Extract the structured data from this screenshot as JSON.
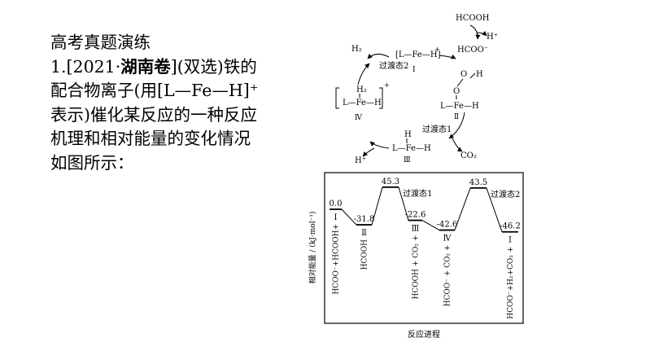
{
  "question": {
    "heading": "高考真题演练",
    "prefix": "1.[2021·",
    "source_bold": "湖南卷",
    "line2_rest": "](双选)铁的",
    "line3": "配合物离子(用[L—Fe—H]⁺",
    "line4": "表示)催化某反应的一种反应",
    "line5": "机理和相对能量的变化情况",
    "line6": "如图所示："
  },
  "cycle": {
    "hcooh": "HCOOH",
    "h_plus_top": "H⁺",
    "hcoo_minus": "HCOO⁻",
    "h2": "H₂",
    "ts2": "过渡态2",
    "complex_I": "[L—Fe—H]",
    "complex_I_charge": "+",
    "roman_I": "Ⅰ",
    "complex_II_O": "O",
    "complex_II_dbl_O": "O",
    "complex_II_H": "H",
    "complex_II_body": "L—Fe—H",
    "roman_II": "Ⅱ",
    "ts1": "过渡态1",
    "co2": "CO₂",
    "complex_III_H": "H",
    "complex_III_body": "L—Fe—H",
    "roman_III": "Ⅲ",
    "h_plus_left": "H⁺",
    "complex_IV_H2": "H₂",
    "complex_IV_body": "L—Fe—H",
    "complex_IV_charge": "+",
    "roman_IV": "Ⅳ"
  },
  "chart_data": {
    "type": "line",
    "ylabel": "相对能量 / (kJ·mol⁻¹)",
    "xlabel": "反应进程",
    "series": [
      {
        "levels": [
          {
            "value": 0.0,
            "label": "0.0",
            "species": "HCOO⁻+HCOOH+",
            "roman": "Ⅰ"
          },
          {
            "value": -31.8,
            "label": "-31.8",
            "species": "HCOOH",
            "roman": "Ⅱ"
          },
          {
            "value": 45.3,
            "label": "45.3",
            "note": "过渡态1"
          },
          {
            "value": -22.6,
            "label": "-22.6",
            "species": "HCOOH + CO₂ +",
            "roman": "Ⅲ"
          },
          {
            "value": -42.6,
            "label": "-42.6",
            "species": "HCOO⁻ + CO₂ +",
            "roman": "Ⅳ"
          },
          {
            "value": 43.5,
            "label": "43.5",
            "note": "过渡态2"
          },
          {
            "value": -46.2,
            "label": "-46.2",
            "species": "HCOO⁻+H₂+CO₂ +",
            "roman": "Ⅰ"
          }
        ]
      }
    ]
  }
}
